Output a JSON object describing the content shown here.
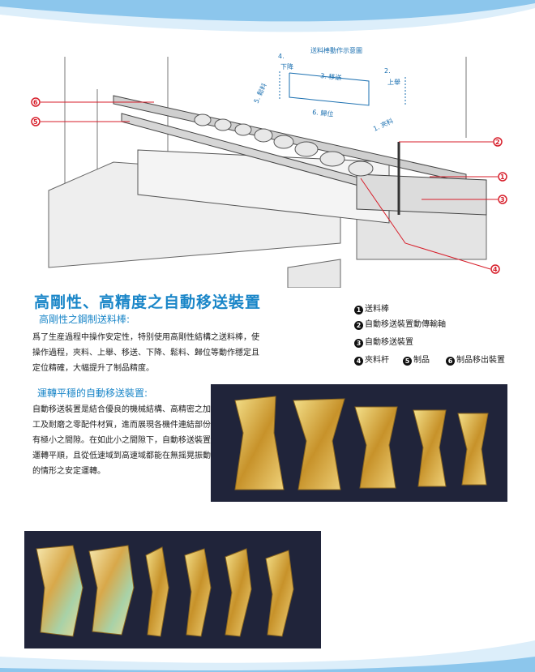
{
  "diagram": {
    "motion_title": "送料棒動作示意圖",
    "motion_steps": {
      "s1": "1. 夾料",
      "s2a": "2.",
      "s2b": "上舉",
      "s3": "3. 移送",
      "s4a": "4.",
      "s4b": "下降",
      "s5": "5. 鬆料",
      "s6": "6. 歸位"
    },
    "callouts": [
      "6",
      "5",
      "2",
      "1",
      "3",
      "4"
    ]
  },
  "heading": {
    "title": "高剛性、高精度之自動移送裝置",
    "sub1": "高剛性之鋼制送料棒:",
    "para1": "爲了生産過程中操作安定性，特别使用高剛性結構之送料棒，使操作過程，夾料、上舉、移送、下降、鬆料、歸位等動作穩定且定位精確，大幅提升了制品精度。",
    "sub2": "運轉平穩的自動移送裝置:",
    "para2": "自動移送裝置是結合優良的機械結構、高精密之加工及耐磨之零配件材質，進而展現各機件連結部份有極小之間隙。在如此小之間隙下，自動移送裝置運轉平順，且從低速域到高速域都能在無摇晃振動的情形之安定運轉。"
  },
  "legend": {
    "items": [
      {
        "n": "1",
        "label": "送料棒"
      },
      {
        "n": "2",
        "label": "自動移送裝置動傳輸軸"
      },
      {
        "n": "3",
        "label": "自動移送裝置"
      },
      {
        "n": "4",
        "label": "夾料杆"
      },
      {
        "n": "5",
        "label": "制品"
      },
      {
        "n": "6",
        "label": "制品移出裝置"
      }
    ]
  },
  "colors": {
    "accent": "#1a86c8",
    "callout": "#d71e2a",
    "photo_bg": "#20243a"
  }
}
